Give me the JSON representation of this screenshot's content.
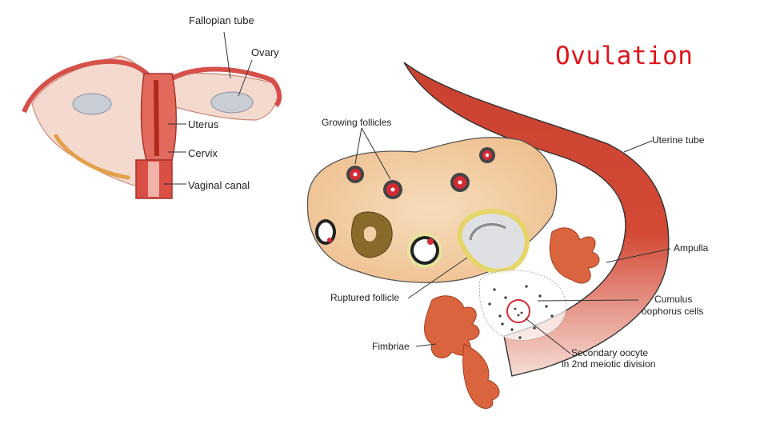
{
  "slide": {
    "title": "Ovulation",
    "title_color": "#e0141c"
  },
  "left_diagram": {
    "labels": {
      "fallopian_tube": "Fallopian tube",
      "ovary": "Ovary",
      "uterus": "Uterus",
      "cervix": "Cervix",
      "vaginal_canal": "Vaginal canal"
    }
  },
  "right_diagram": {
    "labels": {
      "growing_follicles": "Growing follicles",
      "uterine_tube": "Uterine tube",
      "ampulla": "Ampulla",
      "ruptured_follicle": "Ruptured follicle",
      "cumulus_line1": "Cumulus",
      "cumulus_line2": "oophorus cells",
      "fimbriae": "Fimbriae",
      "oocyte_line1": "Secondary oocyte",
      "oocyte_line2": "in 2nd meiotic division"
    }
  },
  "colors": {
    "tube_red": "#c9412f",
    "ovary_tan": "#f3cfa6",
    "follicle_red": "#d62a36",
    "corpus_brown": "#8a6a2a"
  }
}
